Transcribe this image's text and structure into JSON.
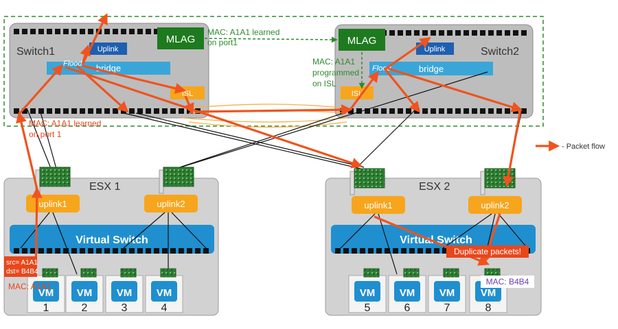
{
  "switches": [
    {
      "name": "Switch1",
      "mlag": "MLAG",
      "uplink": "Uplink",
      "bridge": "bridge",
      "isl": "ISL",
      "flood": "Flood"
    },
    {
      "name": "Switch2",
      "mlag": "MLAG",
      "uplink": "Uplink",
      "bridge": "bridge",
      "isl": "ISL",
      "flood": "Flood"
    }
  ],
  "annotations": {
    "mac_learned_port1_line1": "MAC: A1A1 learned",
    "mac_learned_port1_line2": "on port1",
    "mac_programmed_line1": "MAC: A1A1",
    "mac_programmed_line2": "programmed",
    "mac_programmed_line3": "on ISL",
    "mac_learned_port_1_line1": "MAC: A1A1 learned",
    "mac_learned_port_1_line2": "on port 1",
    "duplicate": "Duplicate packets!",
    "src_line": "src= A1A1",
    "dst_line": "dst= B4B4",
    "mac_a1a1": "MAC: A1A1",
    "mac_b4b4": "MAC: B4B4"
  },
  "legend": {
    "label": "- Packet flow"
  },
  "hosts": [
    {
      "name": "ESX 1",
      "uplink1": "uplink1",
      "uplink2": "uplink2",
      "vswitch": "Virtual Switch"
    },
    {
      "name": "ESX 2",
      "uplink1": "uplink1",
      "uplink2": "uplink2",
      "vswitch": "Virtual Switch"
    }
  ],
  "vms": [
    {
      "label": "VM",
      "num": "1"
    },
    {
      "label": "VM",
      "num": "2"
    },
    {
      "label": "VM",
      "num": "3"
    },
    {
      "label": "VM",
      "num": "4"
    },
    {
      "label": "VM",
      "num": "5"
    },
    {
      "label": "VM",
      "num": "6"
    },
    {
      "label": "VM",
      "num": "7"
    },
    {
      "label": "VM",
      "num": "8"
    }
  ],
  "colors": {
    "flow": "#f0531e",
    "mlag": "#1e7a1e",
    "annotation_green": "#2e8b2e",
    "box_orange": "#f7a51c",
    "bridge_blue": "#3aa6d8",
    "vswitch_blue": "#1f8fd0",
    "chassis_gray": "#bdbdbd",
    "mac_purple": "#6a3fb3",
    "src_red": "#e8471c"
  }
}
